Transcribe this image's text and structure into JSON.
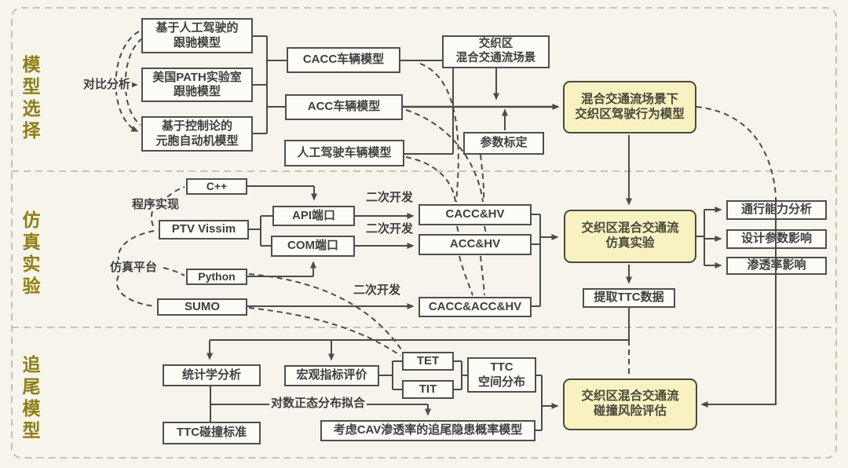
{
  "palette": {
    "background": "#f7f4ec",
    "box_fill": "#fdfcf7",
    "box_border": "#4f4f4f",
    "highlight_fill": "#f8f2c2",
    "highlight_border": "#4a4a3a",
    "section_label_color": "#8e7e14",
    "line_color": "#4b4b4b",
    "frame_color": "#c3bbaa",
    "text_color": "#3f3f3f"
  },
  "sections": {
    "model_selection": "模型选择",
    "simulation": "仿真实验",
    "rear_end": "追尾模型"
  },
  "nodes": {
    "human_follow": "基于人工驾驶的\n跟驰模型",
    "path_follow": "美国PATH实验室\n跟驰模型",
    "cellular": "基于控制论的\n元胞自动机模型",
    "cacc_vehicle": "CACC车辆模型",
    "acc_vehicle": "ACC车辆模型",
    "hv_vehicle": "人工驾驶车辆模型",
    "weaving_scene": "交织区\n混合交通流场景",
    "param_calibration": "参数标定",
    "driving_behavior": "混合交通流场景下\n交织区驾驶行为模型",
    "cpp": "C++",
    "ptv_vissim": "PTV Vissim",
    "python": "Python",
    "sumo": "SUMO",
    "api_port": "API端口",
    "com_port": "COM端口",
    "cacc_hv": "CACC&HV",
    "acc_hv": "ACC&HV",
    "cacc_acc_hv": "CACC&ACC&HV",
    "sim_experiment": "交织区混合交通流\n仿真实验",
    "capacity_analysis": "通行能力分析",
    "design_param_effect": "设计参数影响",
    "penetration_effect": "渗透率影响",
    "extract_ttc": "提取TTC数据",
    "stat_analysis": "统计学分析",
    "ttc_standard": "TTC碰撞标准",
    "macro_eval": "宏观指标评价",
    "tet": "TET",
    "tit": "TIT",
    "ttc_spatial": "TTC\n空间分布",
    "cav_prob_model": "考虑CAV渗透率的追尾隐患概率模型",
    "risk_assessment": "交织区混合交通流\n碰撞风险评估"
  },
  "labels": {
    "compare": "对比分析",
    "program_impl": "程序实现",
    "sim_platform": "仿真平台",
    "secondary_dev_1": "二次开发",
    "secondary_dev_2": "二次开发",
    "secondary_dev_3": "二次开发",
    "lognormal_fit": "对数正态分布拟合"
  }
}
